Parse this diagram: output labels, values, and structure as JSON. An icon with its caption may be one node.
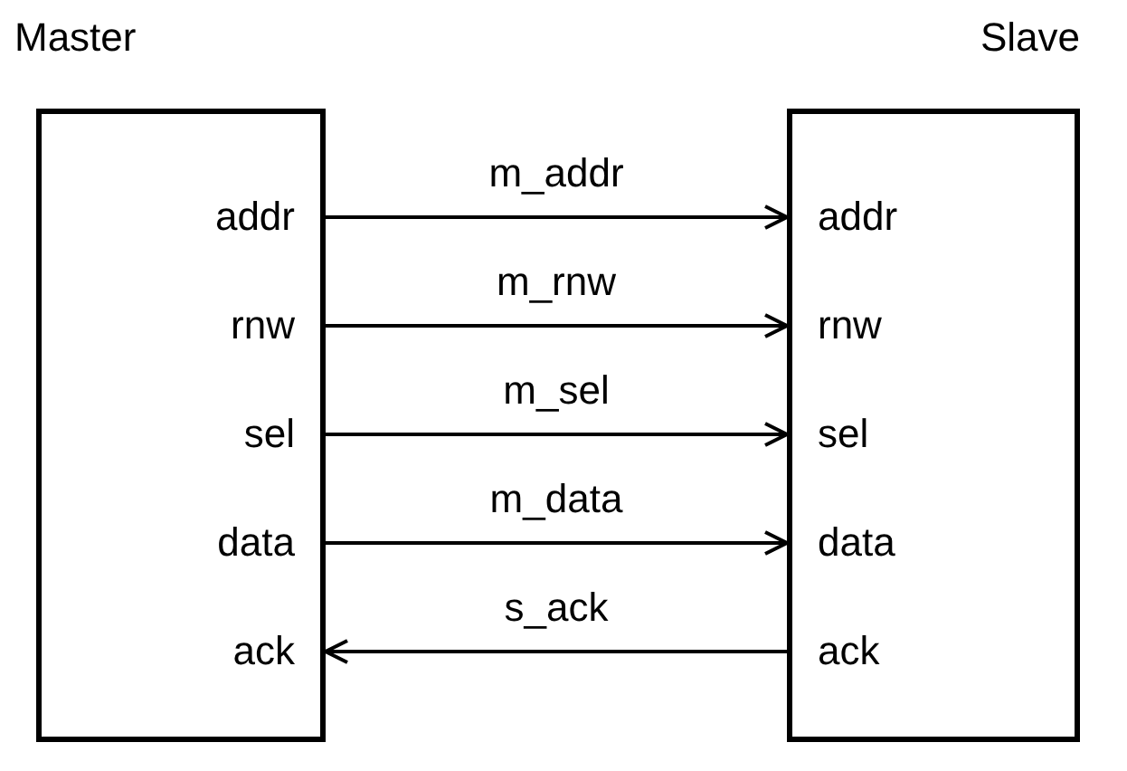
{
  "diagram": {
    "nodes": [
      {
        "text": [
          "Master"
        ]
      },
      {
        "text": [
          "addr"
        ],
        "in": 0
      },
      {
        "text": [
          "rnw"
        ],
        "in": 0
      },
      {
        "text": [
          "sel"
        ],
        "in": 0
      },
      {
        "text": [
          "data"
        ],
        "in": 0
      },
      {
        "text": [
          "ack"
        ],
        "in": 0
      },
      {
        "text": [
          "Slave"
        ]
      },
      {
        "text": [
          "addr"
        ],
        "in": 6
      },
      {
        "text": [
          "rnw"
        ],
        "in": 6
      },
      {
        "text": [
          "sel"
        ],
        "in": 6
      },
      {
        "text": [
          "data"
        ],
        "in": 6
      },
      {
        "text": [
          "ack"
        ],
        "in": 6
      }
    ],
    "edges": [
      {
        "from": 1,
        "to": 7,
        "arrow": "to",
        "label": "m_addr"
      },
      {
        "from": 2,
        "to": 8,
        "arrow": "to",
        "label": "m_rnw"
      },
      {
        "from": 3,
        "to": 9,
        "arrow": "to",
        "label": "m_sel"
      },
      {
        "from": 4,
        "to": 10,
        "arrow": "to",
        "label": "m_data"
      },
      {
        "from": 11,
        "to": 5,
        "arrow": "to",
        "label": "s_ack"
      }
    ]
  }
}
